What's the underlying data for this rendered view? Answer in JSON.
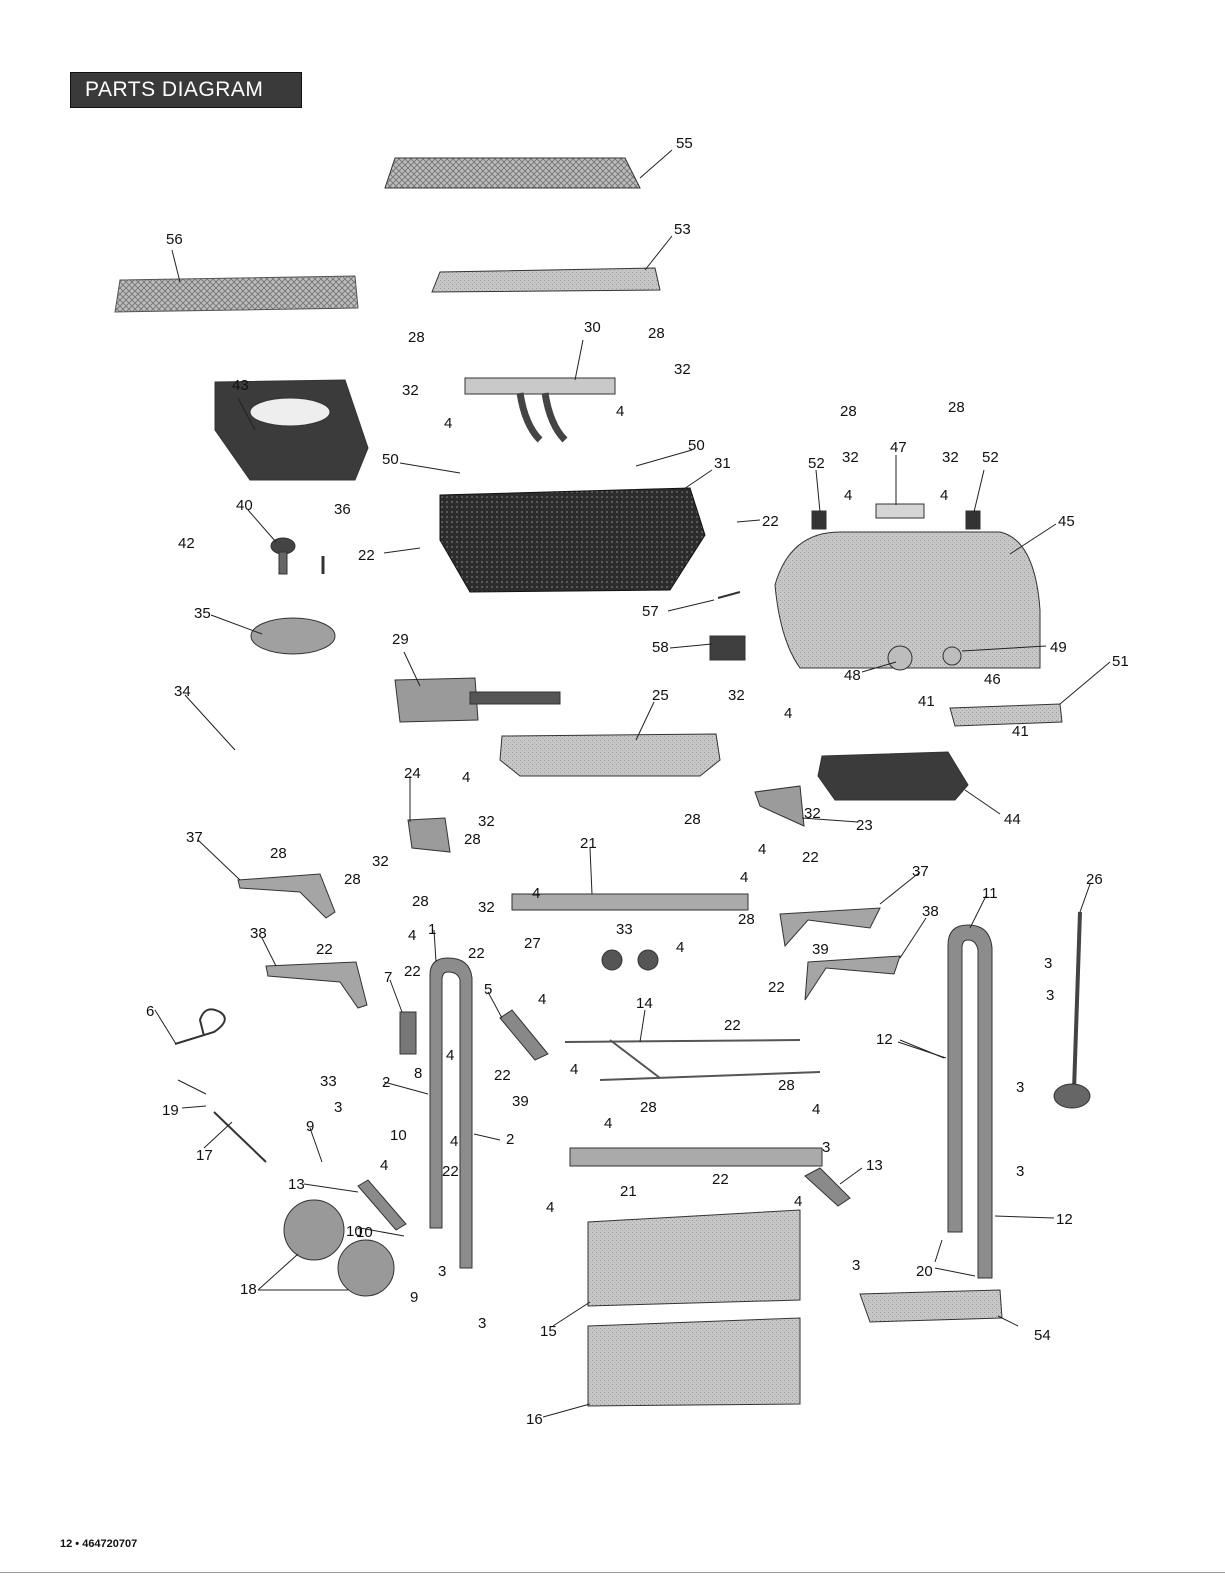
{
  "header": {
    "title": "PARTS DIAGRAM"
  },
  "footer": {
    "page_ref": "12 • 464720707"
  },
  "part_labels": [
    "55",
    "56",
    "53",
    "28",
    "30",
    "28",
    "32",
    "43",
    "32",
    "4",
    "4",
    "50",
    "50",
    "31",
    "28",
    "28",
    "47",
    "52",
    "32",
    "32",
    "52",
    "4",
    "4",
    "45",
    "22",
    "40",
    "36",
    "42",
    "22",
    "57",
    "35",
    "29",
    "58",
    "48",
    "41",
    "49",
    "46",
    "51",
    "34",
    "25",
    "32",
    "4",
    "41",
    "24",
    "4",
    "32",
    "44",
    "32",
    "23",
    "37",
    "28",
    "28",
    "21",
    "4",
    "22",
    "32",
    "28",
    "4",
    "28",
    "32",
    "4",
    "37",
    "26",
    "28",
    "4",
    "38",
    "28",
    "11",
    "38",
    "22",
    "27",
    "33",
    "4",
    "39",
    "1",
    "7",
    "22",
    "22",
    "5",
    "22",
    "4",
    "14",
    "12",
    "6",
    "33",
    "8",
    "4",
    "3",
    "22",
    "22",
    "4",
    "10",
    "2",
    "3",
    "19",
    "39",
    "4",
    "28",
    "28",
    "4",
    "17",
    "9",
    "10",
    "3",
    "4",
    "2",
    "4",
    "22",
    "13",
    "13",
    "21",
    "22",
    "4",
    "12",
    "10",
    "4",
    "3",
    "3",
    "3",
    "20",
    "18",
    "9",
    "3",
    "54",
    "15",
    "16",
    "3",
    "3"
  ]
}
